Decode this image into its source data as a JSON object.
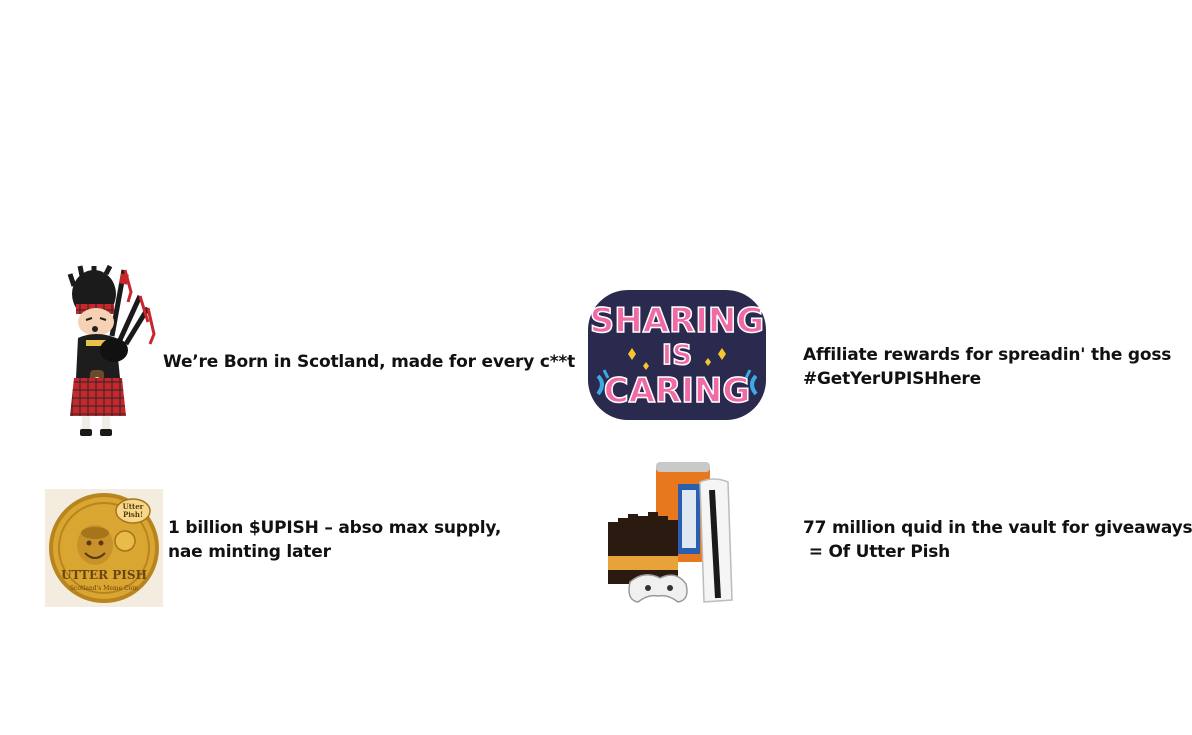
{
  "features": [
    {
      "icon": "bagpiper-icon",
      "lines": [
        "We’re Born in Scotland, made for every c**t"
      ]
    },
    {
      "icon": "sharing-is-caring-sticker",
      "sticker_words": [
        "SHARING",
        "IS",
        "CARING"
      ],
      "lines": [
        "Affiliate rewards for spreadin' the goss",
        "#GetYerUPISHhere"
      ]
    },
    {
      "icon": "utter-pish-coin-icon",
      "coin": {
        "top_badge": "Utter Pish!",
        "name": "UTTER PISH",
        "tagline": "Scotland's Meme Coin"
      },
      "lines": [
        "1 billion $UPISH – abso max supply,",
        "nae minting later"
      ]
    },
    {
      "icon": "giveaway-prizes-icon",
      "lines": [
        "77 million quid in the vault for giveaways",
        " = Of Utter Pish"
      ]
    }
  ],
  "colors": {
    "text": "#111111",
    "sticker_pink": "#f06aa6",
    "sticker_outline": "#2a2a4e",
    "sticker_star": "#f7c62f",
    "sticker_blue": "#3fa9e8",
    "coin_gold": "#d9a632",
    "tartan_red": "#c8262b"
  }
}
